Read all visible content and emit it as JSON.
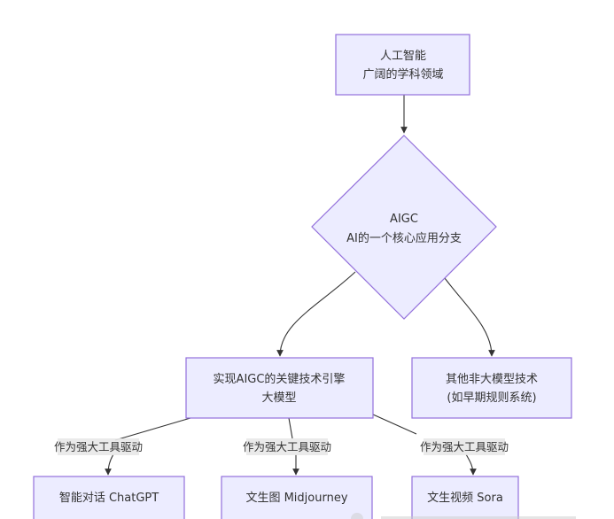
{
  "diagram": {
    "type": "flowchart",
    "colors": {
      "node_fill": "#ECECFF",
      "node_stroke": "#9370DB",
      "edge": "#333333",
      "label_bg": "#e8e8e8",
      "text": "#333333"
    },
    "nodes": {
      "ai": {
        "line1": "人工智能",
        "line2": "广阔的学科领域",
        "shape": "rect"
      },
      "aigc": {
        "line1": "AIGC",
        "line2": "AI的一个核心应用分支",
        "shape": "diamond"
      },
      "llm": {
        "line1": "实现AIGC的关键技术引擎",
        "line2": "大模型",
        "shape": "rect"
      },
      "other": {
        "line1": "其他非大模型技术",
        "line2": "(如早期规则系统)",
        "shape": "rect"
      },
      "chatgpt": {
        "line1": "智能对话 ChatGPT",
        "shape": "rect"
      },
      "midjourney": {
        "line1": "文生图 Midjourney",
        "shape": "rect"
      },
      "sora": {
        "line1": "文生视频 Sora",
        "shape": "rect"
      }
    },
    "edges": [
      {
        "from": "ai",
        "to": "aigc",
        "label": ""
      },
      {
        "from": "aigc",
        "to": "llm",
        "label": ""
      },
      {
        "from": "aigc",
        "to": "other",
        "label": ""
      },
      {
        "from": "llm",
        "to": "chatgpt",
        "label": "作为强大工具驱动"
      },
      {
        "from": "llm",
        "to": "midjourney",
        "label": "作为强大工具驱动"
      },
      {
        "from": "llm",
        "to": "sora",
        "label": "作为强大工具驱动"
      }
    ]
  }
}
